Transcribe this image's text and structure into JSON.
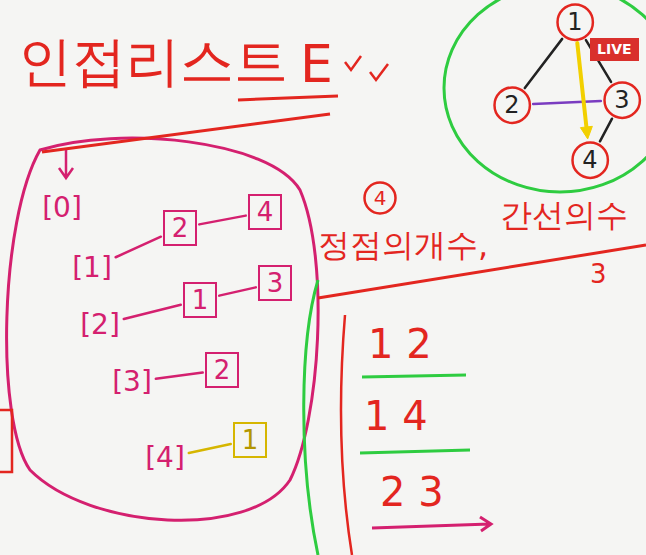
{
  "diagram": {
    "title": "인접리스트",
    "nodes": [
      {
        "text": [
          "1"
        ]
      },
      {
        "text": [
          "2"
        ]
      },
      {
        "text": [
          "3"
        ]
      },
      {
        "text": [
          "4"
        ]
      },
      {
        "text": [
          "4"
        ]
      },
      {
        "text": [
          "[0]"
        ]
      },
      {
        "text": [
          "[1]"
        ]
      },
      {
        "text": [
          "2"
        ]
      },
      {
        "text": [
          "4"
        ]
      },
      {
        "text": [
          "[2]"
        ]
      },
      {
        "text": [
          "1"
        ]
      },
      {
        "text": [
          "3"
        ]
      },
      {
        "text": [
          "[3]"
        ]
      },
      {
        "text": [
          "2"
        ]
      },
      {
        "text": [
          "[4]"
        ]
      },
      {
        "text": [
          "1"
        ]
      }
    ],
    "edges": [
      {
        "from": 0,
        "to": 1,
        "arrow": "none"
      },
      {
        "from": 0,
        "to": 2,
        "arrow": "none"
      },
      {
        "from": 1,
        "to": 2,
        "arrow": "none"
      },
      {
        "from": 0,
        "to": 3,
        "arrow": "to"
      },
      {
        "from": 2,
        "to": 3,
        "arrow": "none"
      },
      {
        "from": 6,
        "to": 7,
        "arrow": "none"
      },
      {
        "from": 7,
        "to": 8,
        "arrow": "none"
      },
      {
        "from": 9,
        "to": 10,
        "arrow": "none"
      },
      {
        "from": 10,
        "to": 11,
        "arrow": "none"
      },
      {
        "from": 12,
        "to": 13,
        "arrow": "none"
      },
      {
        "from": 14,
        "to": 15,
        "arrow": "none"
      }
    ],
    "labels": [
      "E",
      "정점의개수,",
      "간선의수",
      "3",
      "1 2",
      "1 4",
      "2 3",
      "LIVE"
    ]
  }
}
